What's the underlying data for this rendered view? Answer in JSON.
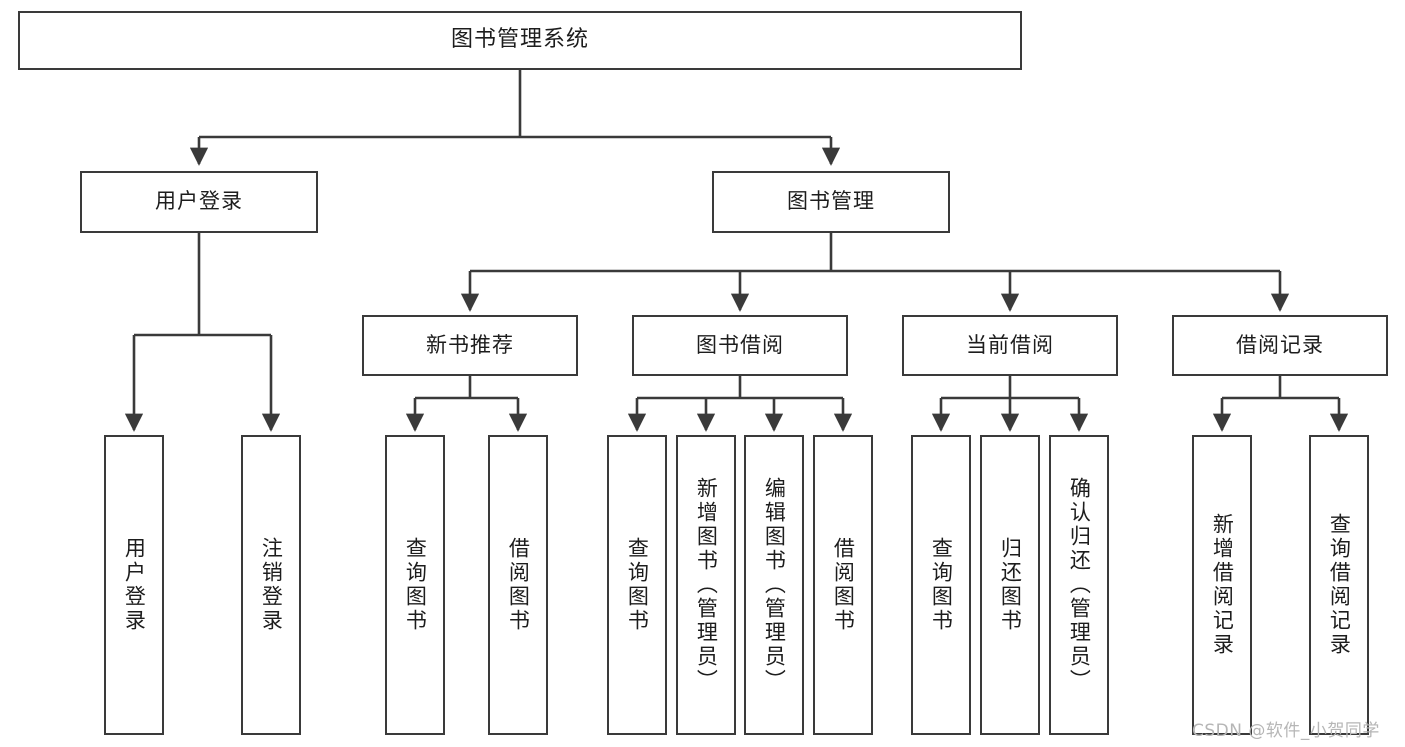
{
  "diagram": {
    "title": "图书管理系统",
    "type": "tree",
    "style": {
      "background": "#ffffff",
      "box_border": "#3a3a3a",
      "box_fill": "#ffffff",
      "text": "#1d1d1d",
      "connector": "#3a3a3a",
      "watermark_color": "#b6b6b6"
    },
    "root": {
      "label": "图书管理系统"
    },
    "level1": [
      {
        "label": "用户登录"
      },
      {
        "label": "图书管理"
      }
    ],
    "level2": [
      {
        "label": "新书推荐"
      },
      {
        "label": "图书借阅"
      },
      {
        "label": "当前借阅"
      },
      {
        "label": "借阅记录"
      }
    ],
    "leaves": {
      "user_login": [
        {
          "label": "用户登录"
        },
        {
          "label": "注销登录"
        }
      ],
      "new_book_recommend": [
        {
          "label": "查询图书"
        },
        {
          "label": "借阅图书"
        }
      ],
      "book_borrow": [
        {
          "label": "查询图书"
        },
        {
          "label": "新增图书（管理员）"
        },
        {
          "label": "编辑图书（管理员）"
        },
        {
          "label": "借阅图书"
        }
      ],
      "current_borrow": [
        {
          "label": "查询图书"
        },
        {
          "label": "归还图书"
        },
        {
          "label": "确认归还（管理员）"
        }
      ],
      "borrow_record": [
        {
          "label": "新增借阅记录"
        },
        {
          "label": "查询借阅记录"
        }
      ]
    },
    "watermark": "CSDN @软件_小贺同学"
  }
}
